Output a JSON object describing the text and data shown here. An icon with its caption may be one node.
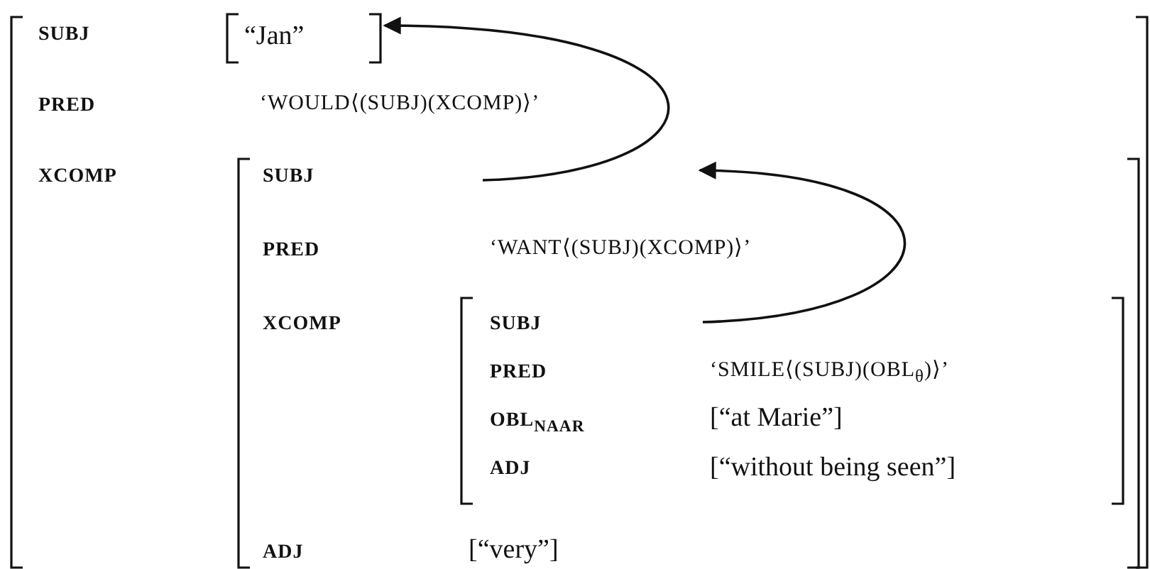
{
  "diagram": {
    "nodes": [
      {
        "text": [],
        "shape": "box"
      },
      {
        "text": [
          "“Jan”"
        ],
        "in": 0
      },
      {
        "text": [],
        "shape": "box",
        "in": 0
      },
      {
        "text": [],
        "shape": "box",
        "in": 2
      }
    ],
    "edges": [
      {
        "from": 2,
        "to": 1,
        "arrow": "to"
      },
      {
        "from": 3,
        "to": 2,
        "arrow": "to"
      }
    ],
    "labels": [
      "SUBJ",
      "PRED",
      "‘WOULD⟨(SUBJ)(XCOMP)⟩’",
      "XCOMP",
      "SUBJ",
      "PRED",
      "‘WANT⟨(SUBJ)(XCOMP)⟩’",
      "XCOMP",
      "SUBJ",
      "PRED",
      "‘SMILE⟨(SUBJ)(OBL$_{θ}$)⟩’",
      "OBL$_{NAAR}$",
      "[“at Marie”]",
      "ADJ",
      "[“without being seen”]",
      "ADJ",
      "[“very”]"
    ]
  }
}
